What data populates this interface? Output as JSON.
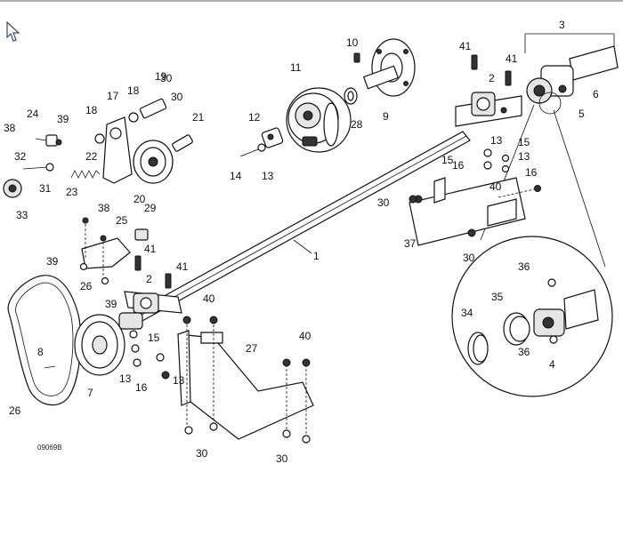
{
  "diagram": {
    "drawing_code": "09069B",
    "callouts": {
      "c1": "1",
      "c2a": "2",
      "c2b": "2",
      "c3": "3",
      "c4": "4",
      "c5": "5",
      "c6": "6",
      "c7": "7",
      "c8": "8",
      "c9": "9",
      "c10": "10",
      "c11": "11",
      "c12": "12",
      "c13a": "13",
      "c13b": "13",
      "c13c": "13",
      "c13d": "13",
      "c13e": "13",
      "c14": "14",
      "c15a": "15",
      "c15b": "15",
      "c15c": "15",
      "c16a": "16",
      "c16b": "16",
      "c16c": "16",
      "c17": "17",
      "c18a": "18",
      "c18b": "18",
      "c19": "19",
      "c20": "20",
      "c21": "21",
      "c22": "22",
      "c23": "23",
      "c24": "24",
      "c25": "25",
      "c26a": "26",
      "c26b": "26",
      "c27": "27",
      "c28": "28",
      "c29": "29",
      "c30a": "30",
      "c30b": "30",
      "c30c": "30",
      "c30d": "30",
      "c30e": "30",
      "c30f": "30",
      "c31": "31",
      "c32": "32",
      "c33": "33",
      "c34": "34",
      "c35": "35",
      "c36a": "36",
      "c36b": "36",
      "c37": "37",
      "c38a": "38",
      "c38b": "38",
      "c39a": "39",
      "c39b": "39",
      "c39c": "39",
      "c40a": "40",
      "c40b": "40",
      "c40c": "40",
      "c41a": "41",
      "c41b": "41",
      "c41c": "41",
      "c41d": "41"
    }
  },
  "cursor": {
    "icon": "arrow-cursor-icon"
  }
}
